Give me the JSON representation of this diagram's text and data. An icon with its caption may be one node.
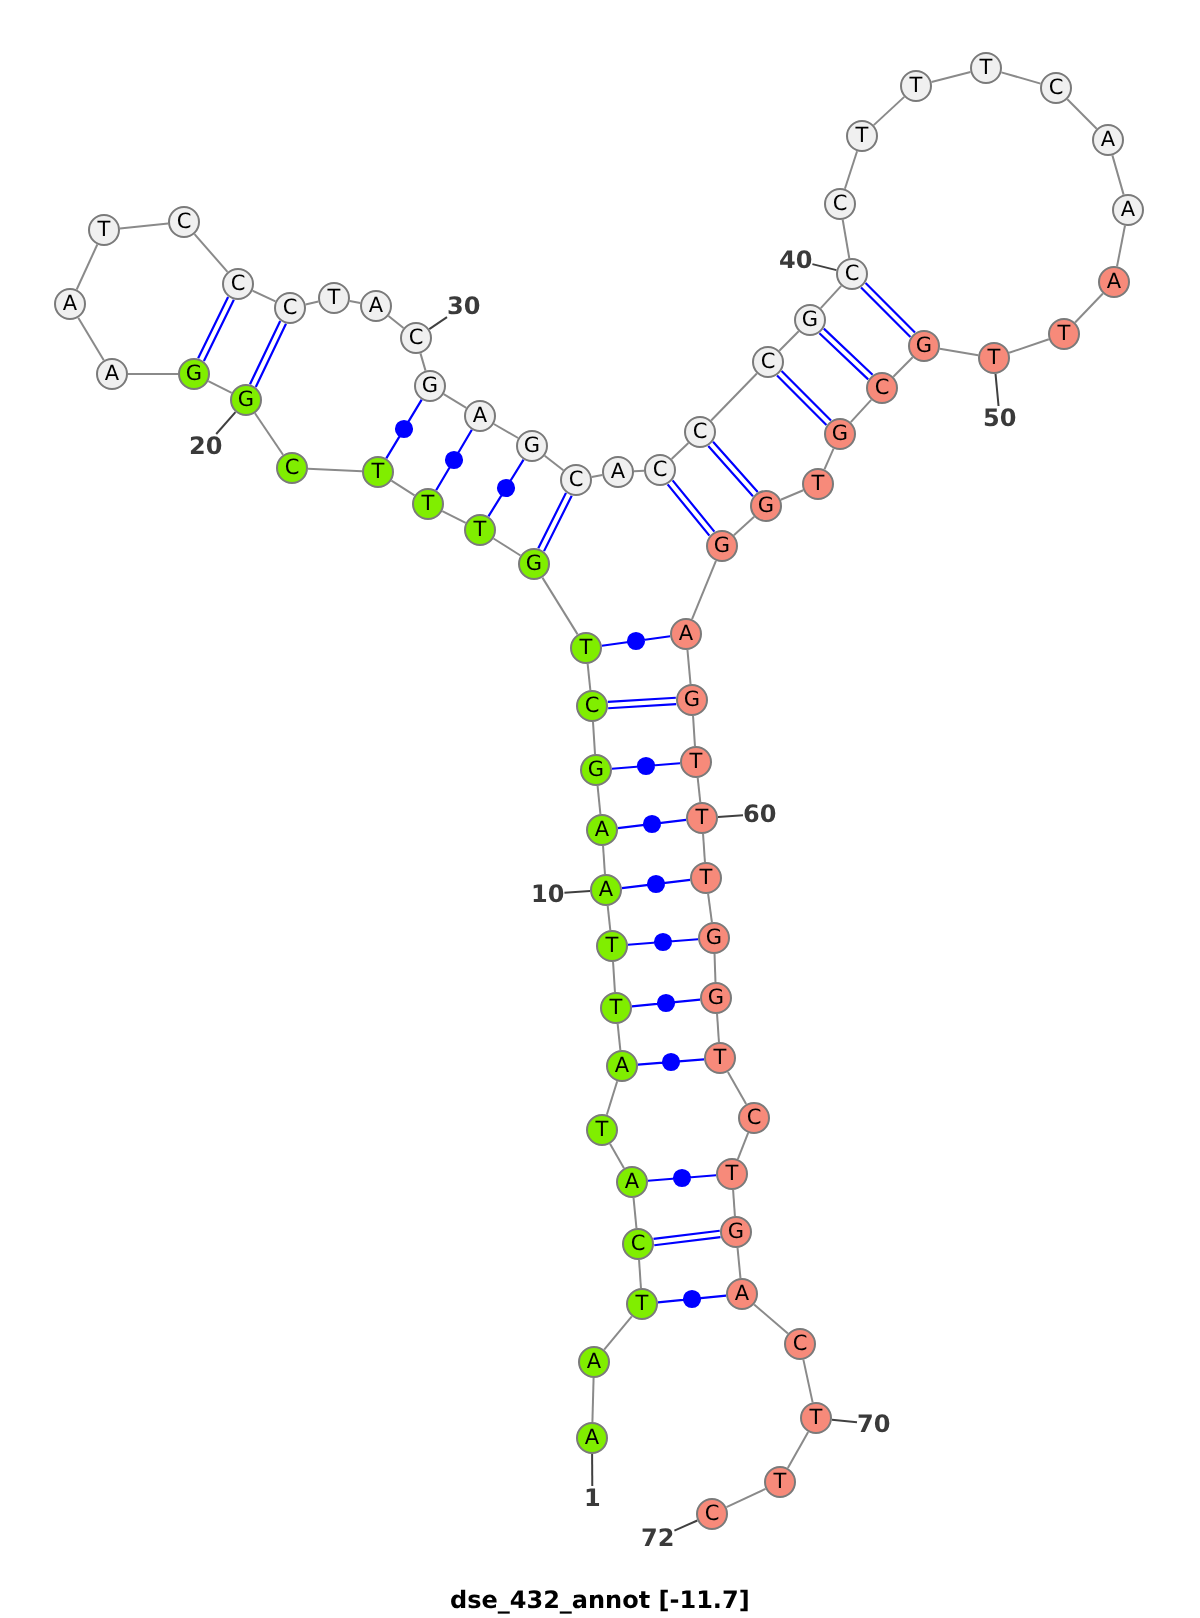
{
  "diagram": {
    "title": "dse_432_annot [-11.7]",
    "nodes": [
      {
        "text": [
          "A"
        ]
      },
      {
        "text": [
          "A"
        ]
      },
      {
        "text": [
          "T"
        ]
      },
      {
        "text": [
          "C"
        ]
      },
      {
        "text": [
          "A"
        ]
      },
      {
        "text": [
          "T"
        ]
      },
      {
        "text": [
          "A"
        ]
      },
      {
        "text": [
          "T"
        ]
      },
      {
        "text": [
          "T"
        ]
      },
      {
        "text": [
          "A"
        ]
      },
      {
        "text": [
          "A"
        ]
      },
      {
        "text": [
          "G"
        ]
      },
      {
        "text": [
          "C"
        ]
      },
      {
        "text": [
          "T"
        ]
      },
      {
        "text": [
          "G"
        ]
      },
      {
        "text": [
          "T"
        ]
      },
      {
        "text": [
          "T"
        ]
      },
      {
        "text": [
          "T"
        ]
      },
      {
        "text": [
          "C"
        ]
      },
      {
        "text": [
          "G"
        ]
      },
      {
        "text": [
          "G"
        ]
      },
      {
        "text": [
          "A"
        ]
      },
      {
        "text": [
          "A"
        ]
      },
      {
        "text": [
          "T"
        ]
      },
      {
        "text": [
          "C"
        ]
      },
      {
        "text": [
          "C"
        ]
      },
      {
        "text": [
          "C"
        ]
      },
      {
        "text": [
          "T"
        ]
      },
      {
        "text": [
          "A"
        ]
      },
      {
        "text": [
          "C"
        ]
      },
      {
        "text": [
          "G"
        ]
      },
      {
        "text": [
          "A"
        ]
      },
      {
        "text": [
          "G"
        ]
      },
      {
        "text": [
          "C"
        ]
      },
      {
        "text": [
          "A"
        ]
      },
      {
        "text": [
          "C"
        ]
      },
      {
        "text": [
          "C"
        ]
      },
      {
        "text": [
          "C"
        ]
      },
      {
        "text": [
          "G"
        ]
      },
      {
        "text": [
          "C"
        ]
      },
      {
        "text": [
          "C"
        ]
      },
      {
        "text": [
          "T"
        ]
      },
      {
        "text": [
          "T"
        ]
      },
      {
        "text": [
          "T"
        ]
      },
      {
        "text": [
          "C"
        ]
      },
      {
        "text": [
          "A"
        ]
      },
      {
        "text": [
          "A"
        ]
      },
      {
        "text": [
          "A"
        ]
      },
      {
        "text": [
          "T"
        ]
      },
      {
        "text": [
          "T"
        ]
      },
      {
        "text": [
          "G"
        ]
      },
      {
        "text": [
          "C"
        ]
      },
      {
        "text": [
          "G"
        ]
      },
      {
        "text": [
          "T"
        ]
      },
      {
        "text": [
          "G"
        ]
      },
      {
        "text": [
          "G"
        ]
      },
      {
        "text": [
          "A"
        ]
      },
      {
        "text": [
          "G"
        ]
      },
      {
        "text": [
          "T"
        ]
      },
      {
        "text": [
          "T"
        ]
      },
      {
        "text": [
          "T"
        ]
      },
      {
        "text": [
          "G"
        ]
      },
      {
        "text": [
          "G"
        ]
      },
      {
        "text": [
          "T"
        ]
      },
      {
        "text": [
          "C"
        ]
      },
      {
        "text": [
          "T"
        ]
      },
      {
        "text": [
          "G"
        ]
      },
      {
        "text": [
          "A"
        ]
      },
      {
        "text": [
          "C"
        ]
      },
      {
        "text": [
          "T"
        ]
      },
      {
        "text": [
          "T"
        ]
      },
      {
        "text": [
          "C"
        ]
      },
      {
        "text": [
          "1"
        ]
      },
      {
        "text": [
          "10"
        ]
      },
      {
        "text": [
          "20"
        ]
      },
      {
        "text": [
          "30"
        ]
      },
      {
        "text": [
          "40"
        ]
      },
      {
        "text": [
          "50"
        ]
      },
      {
        "text": [
          "60"
        ]
      },
      {
        "text": [
          "70"
        ]
      },
      {
        "text": [
          "72"
        ]
      }
    ],
    "edges": [
      {
        "from": 0,
        "to": 1,
        "arrow": "none"
      },
      {
        "from": 1,
        "to": 2,
        "arrow": "none"
      },
      {
        "from": 2,
        "to": 3,
        "arrow": "none"
      },
      {
        "from": 3,
        "to": 4,
        "arrow": "none"
      },
      {
        "from": 4,
        "to": 5,
        "arrow": "none"
      },
      {
        "from": 5,
        "to": 6,
        "arrow": "none"
      },
      {
        "from": 6,
        "to": 7,
        "arrow": "none"
      },
      {
        "from": 7,
        "to": 8,
        "arrow": "none"
      },
      {
        "from": 8,
        "to": 9,
        "arrow": "none"
      },
      {
        "from": 9,
        "to": 10,
        "arrow": "none"
      },
      {
        "from": 10,
        "to": 11,
        "arrow": "none"
      },
      {
        "from": 11,
        "to": 12,
        "arrow": "none"
      },
      {
        "from": 12,
        "to": 13,
        "arrow": "none"
      },
      {
        "from": 13,
        "to": 14,
        "arrow": "none"
      },
      {
        "from": 14,
        "to": 15,
        "arrow": "none"
      },
      {
        "from": 15,
        "to": 16,
        "arrow": "none"
      },
      {
        "from": 16,
        "to": 17,
        "arrow": "none"
      },
      {
        "from": 17,
        "to": 18,
        "arrow": "none"
      },
      {
        "from": 18,
        "to": 19,
        "arrow": "none"
      },
      {
        "from": 19,
        "to": 20,
        "arrow": "none"
      },
      {
        "from": 20,
        "to": 21,
        "arrow": "none"
      },
      {
        "from": 21,
        "to": 22,
        "arrow": "none"
      },
      {
        "from": 22,
        "to": 23,
        "arrow": "none"
      },
      {
        "from": 23,
        "to": 24,
        "arrow": "none"
      },
      {
        "from": 24,
        "to": 25,
        "arrow": "none"
      },
      {
        "from": 25,
        "to": 26,
        "arrow": "none"
      },
      {
        "from": 26,
        "to": 27,
        "arrow": "none"
      },
      {
        "from": 27,
        "to": 28,
        "arrow": "none"
      },
      {
        "from": 28,
        "to": 29,
        "arrow": "none"
      },
      {
        "from": 29,
        "to": 30,
        "arrow": "none"
      },
      {
        "from": 30,
        "to": 31,
        "arrow": "none"
      },
      {
        "from": 31,
        "to": 32,
        "arrow": "none"
      },
      {
        "from": 32,
        "to": 33,
        "arrow": "none"
      },
      {
        "from": 33,
        "to": 34,
        "arrow": "none"
      },
      {
        "from": 34,
        "to": 35,
        "arrow": "none"
      },
      {
        "from": 35,
        "to": 36,
        "arrow": "none"
      },
      {
        "from": 36,
        "to": 37,
        "arrow": "none"
      },
      {
        "from": 37,
        "to": 38,
        "arrow": "none"
      },
      {
        "from": 38,
        "to": 39,
        "arrow": "none"
      },
      {
        "from": 39,
        "to": 40,
        "arrow": "none"
      },
      {
        "from": 40,
        "to": 41,
        "arrow": "none"
      },
      {
        "from": 41,
        "to": 42,
        "arrow": "none"
      },
      {
        "from": 42,
        "to": 43,
        "arrow": "none"
      },
      {
        "from": 43,
        "to": 44,
        "arrow": "none"
      },
      {
        "from": 44,
        "to": 45,
        "arrow": "none"
      },
      {
        "from": 45,
        "to": 46,
        "arrow": "none"
      },
      {
        "from": 46,
        "to": 47,
        "arrow": "none"
      },
      {
        "from": 47,
        "to": 48,
        "arrow": "none"
      },
      {
        "from": 48,
        "to": 49,
        "arrow": "none"
      },
      {
        "from": 49,
        "to": 50,
        "arrow": "none"
      },
      {
        "from": 50,
        "to": 51,
        "arrow": "none"
      },
      {
        "from": 51,
        "to": 52,
        "arrow": "none"
      },
      {
        "from": 52,
        "to": 53,
        "arrow": "none"
      },
      {
        "from": 53,
        "to": 54,
        "arrow": "none"
      },
      {
        "from": 54,
        "to": 55,
        "arrow": "none"
      },
      {
        "from": 55,
        "to": 56,
        "arrow": "none"
      },
      {
        "from": 56,
        "to": 57,
        "arrow": "none"
      },
      {
        "from": 57,
        "to": 58,
        "arrow": "none"
      },
      {
        "from": 58,
        "to": 59,
        "arrow": "none"
      },
      {
        "from": 59,
        "to": 60,
        "arrow": "none"
      },
      {
        "from": 60,
        "to": 61,
        "arrow": "none"
      },
      {
        "from": 61,
        "to": 62,
        "arrow": "none"
      },
      {
        "from": 62,
        "to": 63,
        "arrow": "none"
      },
      {
        "from": 63,
        "to": 64,
        "arrow": "none"
      },
      {
        "from": 64,
        "to": 65,
        "arrow": "none"
      },
      {
        "from": 65,
        "to": 66,
        "arrow": "none"
      },
      {
        "from": 66,
        "to": 67,
        "arrow": "none"
      },
      {
        "from": 67,
        "to": 68,
        "arrow": "none"
      },
      {
        "from": 68,
        "to": 69,
        "arrow": "none"
      },
      {
        "from": 69,
        "to": 70,
        "arrow": "none"
      },
      {
        "from": 70,
        "to": 71,
        "arrow": "none"
      },
      {
        "from": 2,
        "to": 67,
        "arrow": "none",
        "color": "#0000ff"
      },
      {
        "from": 3,
        "to": 66,
        "arrow": "none",
        "color": "#0000ff"
      },
      {
        "from": 4,
        "to": 65,
        "arrow": "none",
        "color": "#0000ff"
      },
      {
        "from": 6,
        "to": 63,
        "arrow": "none",
        "color": "#0000ff"
      },
      {
        "from": 7,
        "to": 62,
        "arrow": "none",
        "color": "#0000ff"
      },
      {
        "from": 8,
        "to": 61,
        "arrow": "none",
        "color": "#0000ff"
      },
      {
        "from": 9,
        "to": 60,
        "arrow": "none",
        "color": "#0000ff"
      },
      {
        "from": 10,
        "to": 59,
        "arrow": "none",
        "color": "#0000ff"
      },
      {
        "from": 11,
        "to": 58,
        "arrow": "none",
        "color": "#0000ff"
      },
      {
        "from": 12,
        "to": 57,
        "arrow": "none",
        "color": "#0000ff"
      },
      {
        "from": 13,
        "to": 56,
        "arrow": "none",
        "color": "#0000ff"
      },
      {
        "from": 14,
        "to": 33,
        "arrow": "none",
        "color": "#0000ff"
      },
      {
        "from": 15,
        "to": 32,
        "arrow": "none",
        "color": "#0000ff"
      },
      {
        "from": 16,
        "to": 31,
        "arrow": "none",
        "color": "#0000ff"
      },
      {
        "from": 17,
        "to": 30,
        "arrow": "none",
        "color": "#0000ff"
      },
      {
        "from": 19,
        "to": 26,
        "arrow": "none",
        "color": "#0000ff"
      },
      {
        "from": 20,
        "to": 25,
        "arrow": "none",
        "color": "#0000ff"
      },
      {
        "from": 35,
        "to": 55,
        "arrow": "none",
        "color": "#0000ff"
      },
      {
        "from": 36,
        "to": 54,
        "arrow": "none",
        "color": "#0000ff"
      },
      {
        "from": 37,
        "to": 52,
        "arrow": "none",
        "color": "#0000ff"
      },
      {
        "from": 38,
        "to": 51,
        "arrow": "none",
        "color": "#0000ff"
      },
      {
        "from": 39,
        "to": 50,
        "arrow": "none",
        "color": "#0000ff"
      },
      {
        "from": 72,
        "to": 0,
        "arrow": "none",
        "color": "#404040"
      },
      {
        "from": 73,
        "to": 9,
        "arrow": "none",
        "color": "#404040"
      },
      {
        "from": 74,
        "to": 19,
        "arrow": "none",
        "color": "#404040"
      },
      {
        "from": 75,
        "to": 29,
        "arrow": "none",
        "color": "#404040"
      },
      {
        "from": 76,
        "to": 39,
        "arrow": "none",
        "color": "#404040"
      },
      {
        "from": 77,
        "to": 49,
        "arrow": "none",
        "color": "#404040"
      },
      {
        "from": 78,
        "to": 59,
        "arrow": "none",
        "color": "#404040"
      },
      {
        "from": 79,
        "to": 69,
        "arrow": "none",
        "color": "#404040"
      },
      {
        "from": 80,
        "to": 71,
        "arrow": "none",
        "color": "#404040"
      }
    ]
  }
}
